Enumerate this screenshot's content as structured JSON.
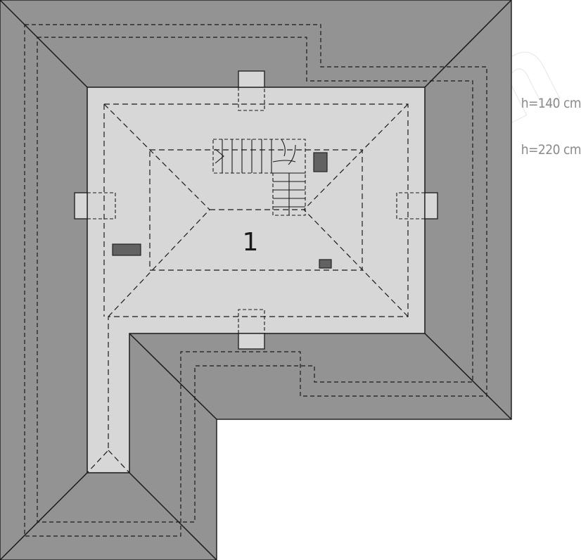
{
  "legend": {
    "height_140": "h=140 cm",
    "height_220": "h=220 cm"
  },
  "room_number": "1",
  "watermark": "extradom",
  "colors": {
    "roof": "#939393",
    "floor": "#d7d7d7",
    "chimney": "#626262",
    "line": "#1a1a1a",
    "legend_text": "#8a8a8a"
  }
}
